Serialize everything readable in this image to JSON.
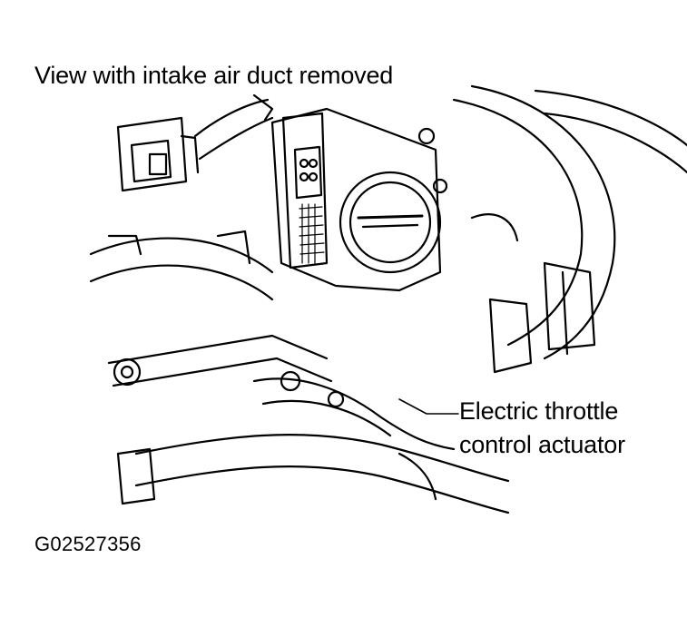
{
  "diagram": {
    "title": "View with intake air duct removed",
    "callout": {
      "line1": "Electric throttle",
      "line2": "control actuator"
    },
    "figure_id": "G02527356"
  },
  "colors": {
    "ink": "#000000",
    "paper": "#ffffff"
  }
}
